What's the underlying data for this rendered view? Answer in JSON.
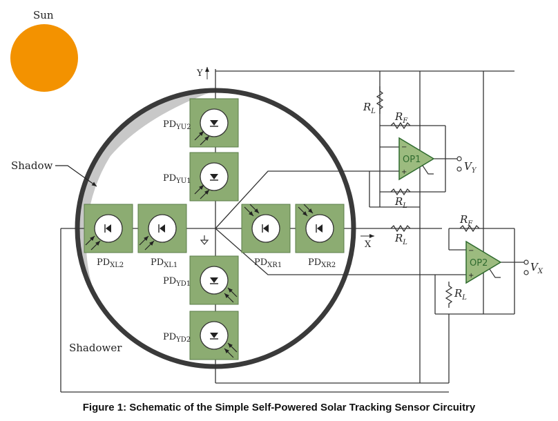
{
  "labels": {
    "sun": "Sun",
    "shadow": "Shadow",
    "shadower": "Shadower",
    "y_axis": "Y",
    "x_axis": "X"
  },
  "photodiodes": {
    "yu2": {
      "main": "PD",
      "sub": "YU2"
    },
    "yu1": {
      "main": "PD",
      "sub": "YU1"
    },
    "xl2": {
      "main": "PD",
      "sub": "XL2"
    },
    "xl1": {
      "main": "PD",
      "sub": "XL1"
    },
    "xr1": {
      "main": "PD",
      "sub": "XR1"
    },
    "xr2": {
      "main": "PD",
      "sub": "XR2"
    },
    "yd1": {
      "main": "PD",
      "sub": "YD1"
    },
    "yd2": {
      "main": "PD",
      "sub": "YD2"
    }
  },
  "resistors": {
    "rl_top": {
      "main": "R",
      "sub": "L"
    },
    "rf_op1": {
      "main": "R",
      "sub": "F"
    },
    "rl_op1": {
      "main": "R",
      "sub": "L"
    },
    "rl_mid": {
      "main": "R",
      "sub": "L"
    },
    "rf_op2": {
      "main": "R",
      "sub": "F"
    },
    "rl_op2": {
      "main": "R",
      "sub": "L"
    }
  },
  "opamps": {
    "op1": {
      "name": "OP1",
      "minus": "−",
      "plus": "+"
    },
    "op2": {
      "name": "OP2",
      "minus": "−",
      "plus": "+"
    }
  },
  "outputs": {
    "vy": {
      "main": "V",
      "sub": "Y"
    },
    "vx": {
      "main": "V",
      "sub": "X"
    }
  },
  "caption": "Figure 1: Schematic of the Simple Self-Powered Solar Tracking Sensor Circuitry",
  "colors": {
    "sun": "#f39200",
    "pd_square": "#8cac72",
    "opamp_fill": "#9cbb7f",
    "ring": "#3a3a3a",
    "shadow": "#c8c8c8"
  }
}
